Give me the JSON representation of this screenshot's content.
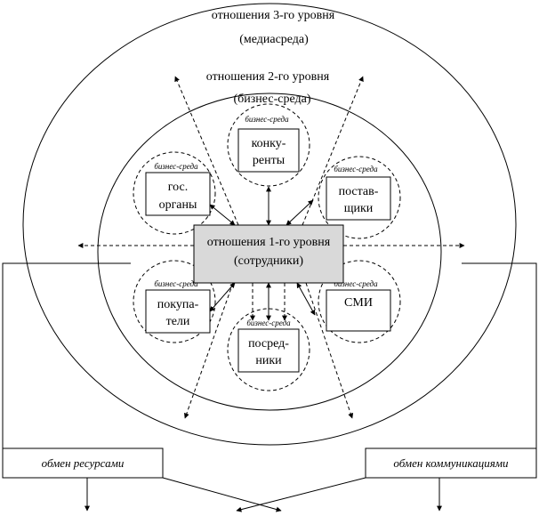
{
  "level3": {
    "line1": "отношения 3-го уровня",
    "line2": "(медиасреда)"
  },
  "level2": {
    "line1": "отношения 2-го уровня",
    "line2": "(бизнес-среда)"
  },
  "center": {
    "line1": "отношения 1-го уровня",
    "line2": "(сотрудники)"
  },
  "business_env_tag": "бизнес-среда",
  "nodes": {
    "competitors": {
      "line1": "конку-",
      "line2": "ренты"
    },
    "government": {
      "line1": "гос.",
      "line2": "органы"
    },
    "suppliers": {
      "line1": "постав-",
      "line2": "щики"
    },
    "buyers": {
      "line1": "покупа-",
      "line2": "тели"
    },
    "media": {
      "line1": "СМИ"
    },
    "intermediaries": {
      "line1": "посред-",
      "line2": "ники"
    }
  },
  "exchange": {
    "resources": "обмен ресурсами",
    "communications": "обмен  коммуникациями"
  }
}
